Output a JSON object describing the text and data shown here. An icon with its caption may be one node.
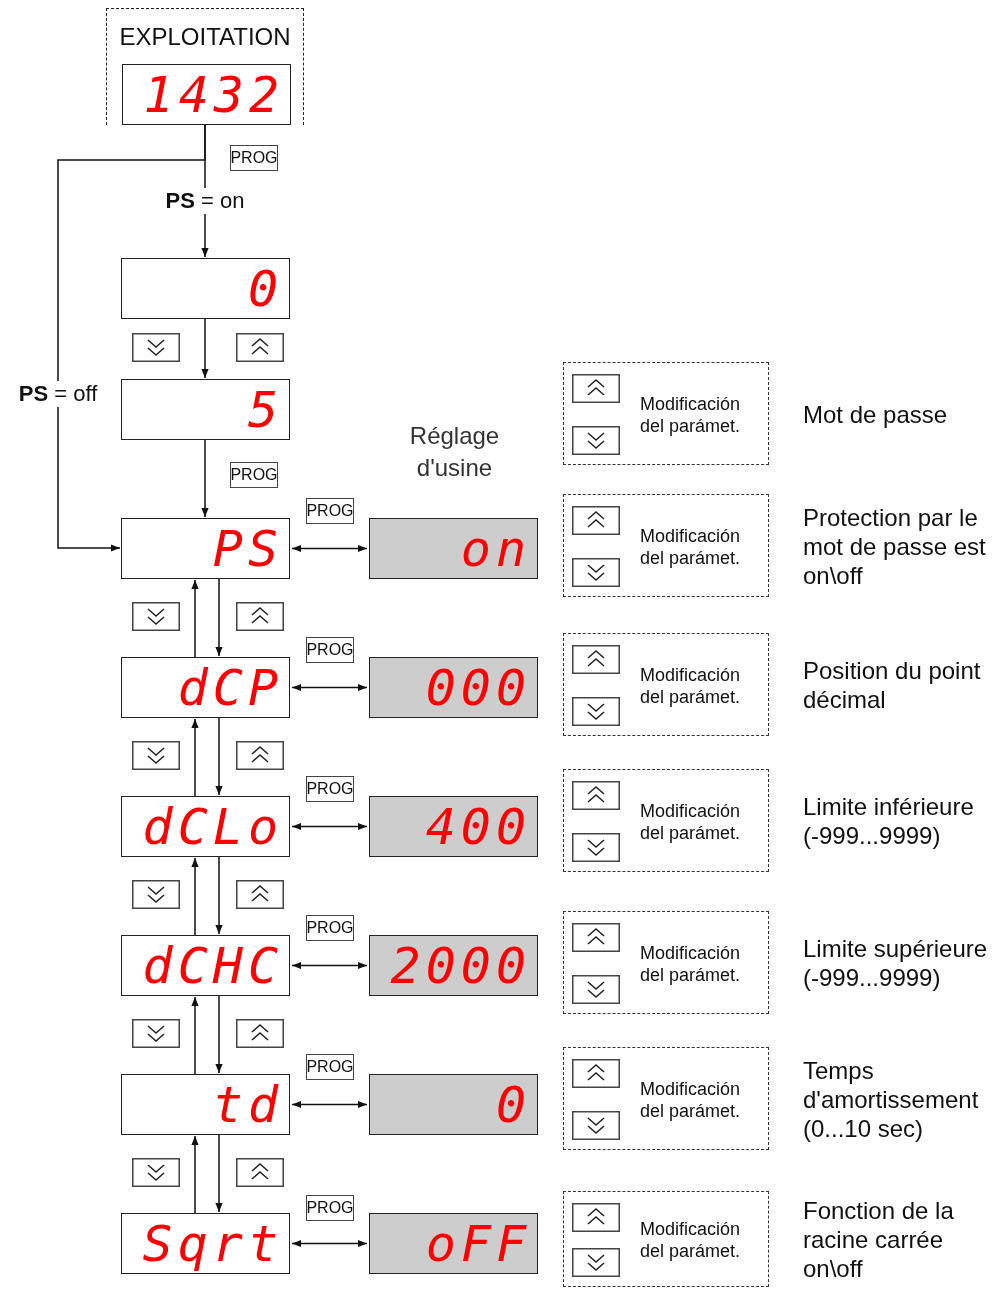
{
  "diagram": {
    "nodes": [
      {
        "text": [
          "EXPLOITATION"
        ]
      },
      {
        "text": [
          "1432"
        ],
        "in": 0
      },
      {
        "text": [
          "0"
        ]
      },
      {
        "text": [
          "5"
        ]
      },
      {
        "text": [
          "PS"
        ]
      },
      {
        "text": [
          "dCP"
        ]
      },
      {
        "text": [
          "dCLo"
        ]
      },
      {
        "text": [
          "dCHC"
        ]
      },
      {
        "text": [
          "td"
        ]
      },
      {
        "text": [
          "Sqrt"
        ]
      },
      {
        "text": [
          "Réglage d'usine"
        ]
      },
      {
        "text": [
          "on"
        ],
        "in": 10
      },
      {
        "text": [
          "000"
        ],
        "in": 10
      },
      {
        "text": [
          "400"
        ],
        "in": 10
      },
      {
        "text": [
          "2000"
        ],
        "in": 10
      },
      {
        "text": [
          "0"
        ],
        "in": 10
      },
      {
        "text": [
          "oFF"
        ],
        "in": 10
      },
      {
        "text": [
          "Modificación del parámet."
        ],
        "beside": [
          "Mot de passe"
        ]
      },
      {
        "text": [
          "Modificación del parámet."
        ],
        "beside": [
          "Protection par le mot de passe est on\\off"
        ]
      },
      {
        "text": [
          "Modificación del parámet."
        ],
        "beside": [
          "Position du point décimal"
        ]
      },
      {
        "text": [
          "Modificación del parámet."
        ],
        "beside": [
          "Limite inférieure (-999...9999)"
        ]
      },
      {
        "text": [
          "Modificación del parámet."
        ],
        "beside": [
          "Limite supérieure (-999...9999)"
        ]
      },
      {
        "text": [
          "Modificación del parámet."
        ],
        "beside": [
          "Temps d'amortissement (0...10 sec)"
        ]
      },
      {
        "text": [
          "Modificación del parámet."
        ],
        "beside": [
          "Fonction de la racine carrée on\\off"
        ]
      }
    ],
    "edges": [
      {
        "from": 1,
        "to": 2,
        "arrow": "to",
        "label": "**PS** = on"
      },
      {
        "from": 1,
        "to": 4,
        "arrow": "to",
        "label": "**PS** = off"
      },
      {
        "from": 2,
        "to": 3,
        "arrow": "to"
      },
      {
        "from": 3,
        "to": 4,
        "arrow": "to"
      },
      {
        "from": 4,
        "to": 5,
        "arrow": "to"
      },
      {
        "from": 5,
        "to": 4,
        "arrow": "to"
      },
      {
        "from": 5,
        "to": 6,
        "arrow": "to"
      },
      {
        "from": 6,
        "to": 5,
        "arrow": "to"
      },
      {
        "from": 6,
        "to": 7,
        "arrow": "to"
      },
      {
        "from": 7,
        "to": 6,
        "arrow": "to"
      },
      {
        "from": 7,
        "to": 8,
        "arrow": "to"
      },
      {
        "from": 8,
        "to": 7,
        "arrow": "to"
      },
      {
        "from": 8,
        "to": 9,
        "arrow": "to"
      },
      {
        "from": 9,
        "to": 8,
        "arrow": "to"
      },
      {
        "from": 4,
        "to": 11,
        "arrow": "both"
      },
      {
        "from": 5,
        "to": 12,
        "arrow": "both"
      },
      {
        "from": 6,
        "to": 13,
        "arrow": "both"
      },
      {
        "from": 7,
        "to": 14,
        "arrow": "both"
      },
      {
        "from": 8,
        "to": 15,
        "arrow": "both"
      },
      {
        "from": 9,
        "to": 16,
        "arrow": "both"
      }
    ],
    "labels": [
      "PROG",
      "PROG",
      "PROG",
      "PROG",
      "PROG",
      "PROG",
      "PROG",
      "PROG"
    ]
  }
}
